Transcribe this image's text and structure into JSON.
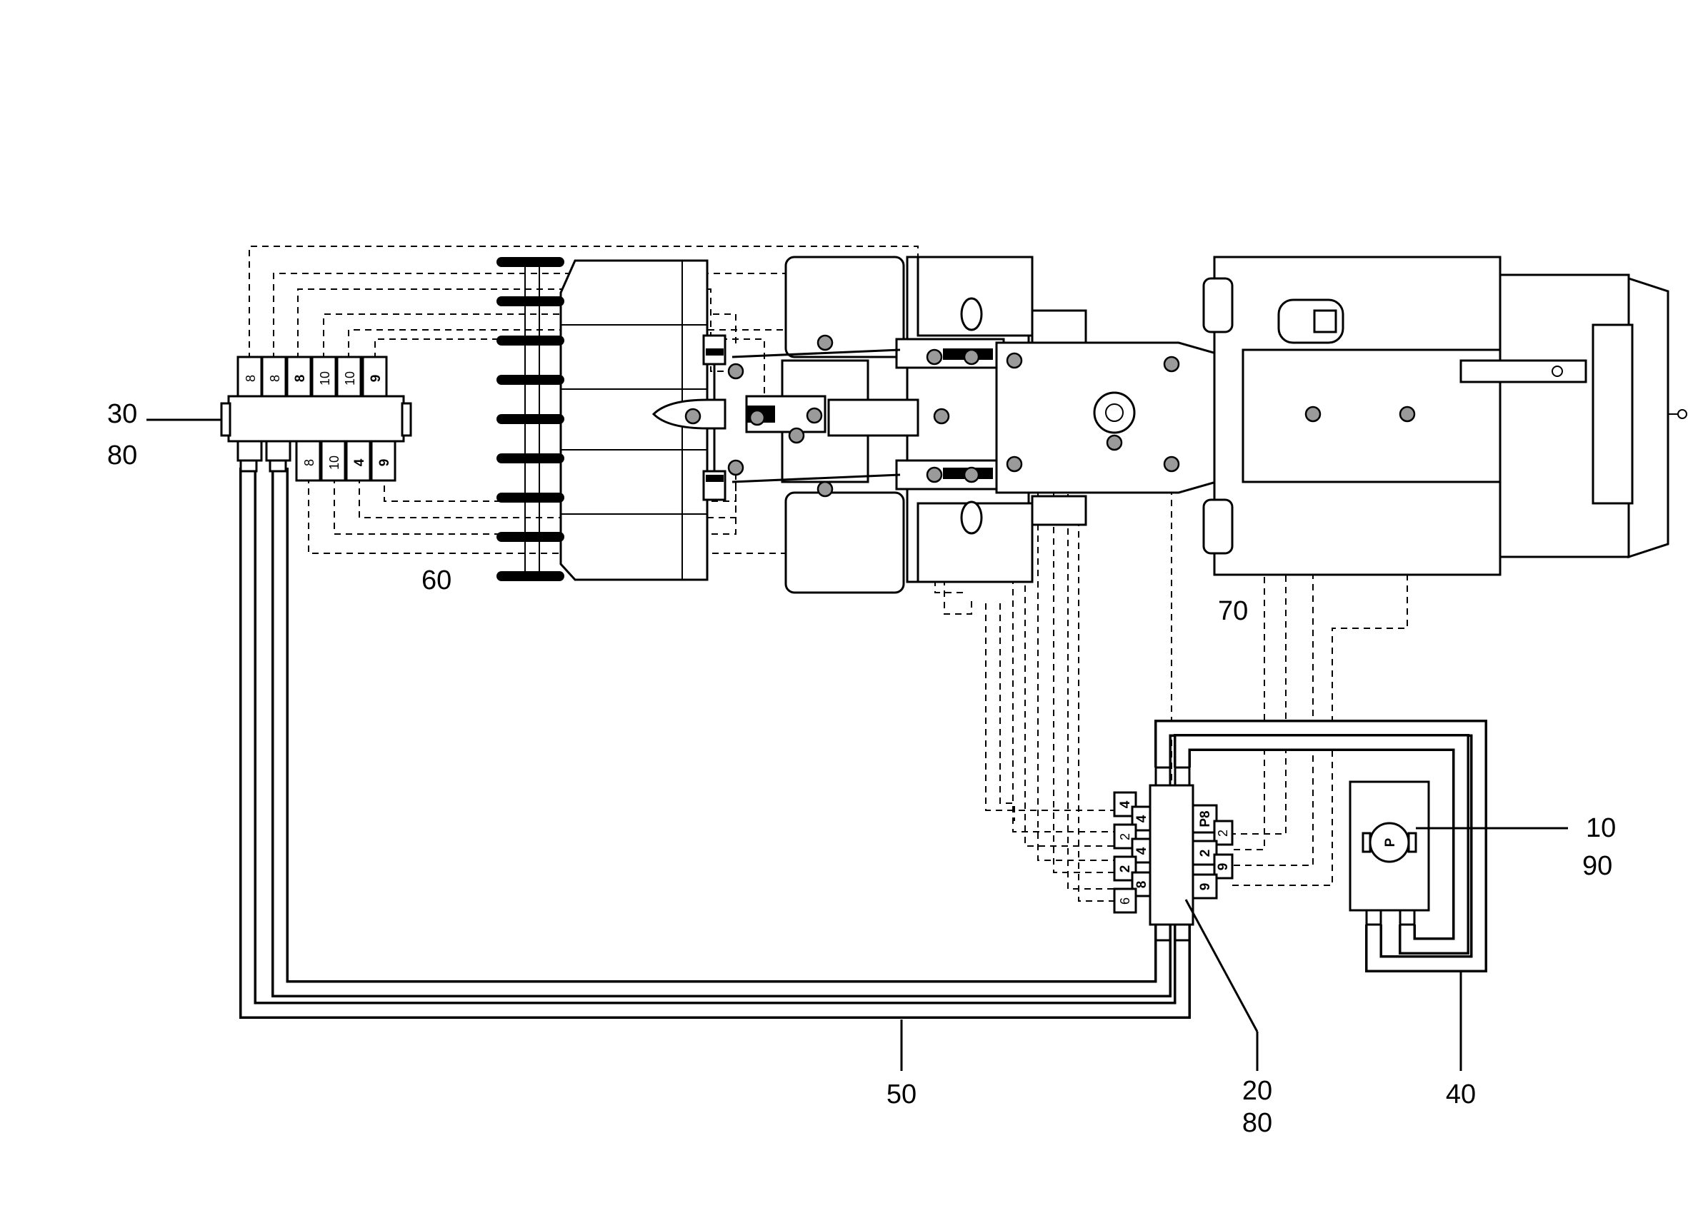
{
  "callouts": {
    "pump_number": "10",
    "pump_sub": "90",
    "main_block_number": "20",
    "main_block_sub": "80",
    "loader_block_number": "30",
    "loader_block_sub": "80",
    "pump_hose": "40",
    "main_hose": "50",
    "front_unit": "60",
    "rear_unit": "70"
  },
  "pump": {
    "symbol": "P"
  },
  "loader_block": {
    "top_ports": [
      "8",
      "8",
      "8",
      "10",
      "10",
      "9"
    ],
    "bottom_ports": [
      "8",
      "10",
      "4",
      "9"
    ]
  },
  "main_block": {
    "left_ports": [
      "4",
      "4",
      "2",
      "4",
      "2",
      "8",
      "6"
    ],
    "right_ports": [
      "P8",
      "2",
      "2",
      "9",
      "9"
    ]
  }
}
